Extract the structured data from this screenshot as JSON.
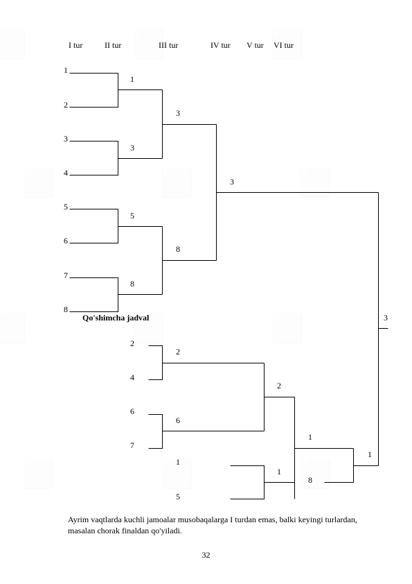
{
  "rounds": [
    "I tur",
    "II tur",
    "III tur",
    "IV tur",
    "V tur",
    "VI tur"
  ],
  "round1_seeds": [
    "1",
    "2",
    "3",
    "4",
    "5",
    "6",
    "7",
    "8"
  ],
  "round2_winners": [
    "1",
    "3",
    "5",
    "8"
  ],
  "round3_winners": [
    "3",
    "8"
  ],
  "round4_winner": "3",
  "final_winner": "3",
  "consolation": {
    "title": "Qo'shimcha jadval",
    "entrants": [
      "2",
      "4",
      "6",
      "7"
    ],
    "round2": [
      "2",
      "6"
    ],
    "round3": "2",
    "late_entrants": [
      "1",
      "5"
    ],
    "late_winner": "1",
    "semifinal_winner": "1",
    "bye_player": "8",
    "final": "1"
  },
  "paragraph": "Ayrim vaqtlarda kuchli jamoalar musobaqalarga I turdan emas, balki keyingi turlardan, masalan chorak finaldan qo'yiladi.",
  "page_number": "32"
}
